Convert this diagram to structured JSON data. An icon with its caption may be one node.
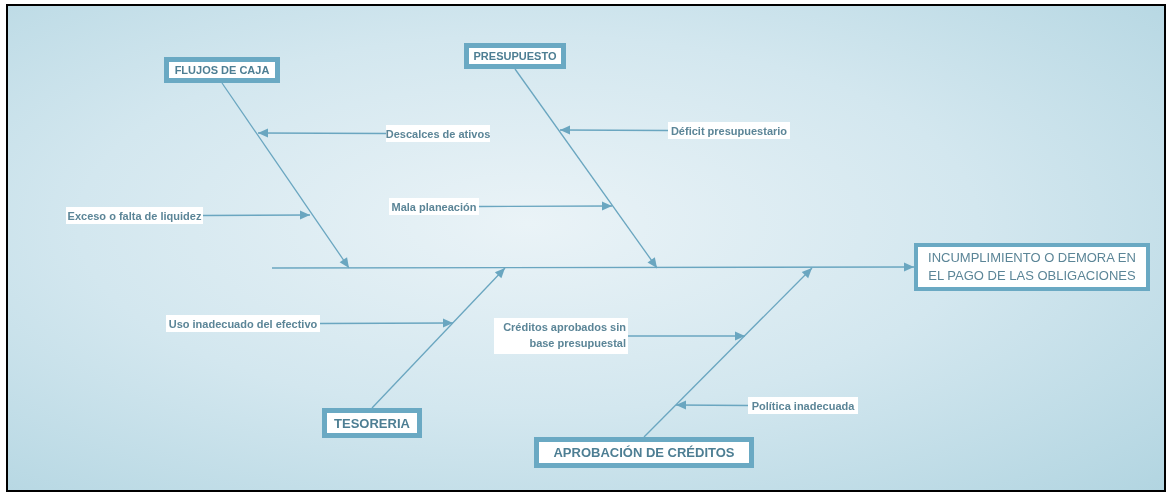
{
  "diagram": {
    "nodes": [
      {
        "text": [
          "PRESUPUESTO"
        ]
      },
      {
        "text": [
          "FLUJOS DE CAJA"
        ]
      },
      {
        "text": [
          "Déficit presupuestario"
        ]
      },
      {
        "text": [
          "Descalces de ativos"
        ]
      },
      {
        "text": [
          "Mala planeación"
        ]
      },
      {
        "text": [
          "Exceso o falta de liquidez"
        ]
      },
      {
        "text": [
          "INCUMPLIMIENTO O DEMORA EN EL PAGO DE LAS OBLIGACIONES"
        ]
      },
      {
        "text": [
          "Uso inadecuado del efectivo"
        ]
      },
      {
        "text": [
          "Créditos aprobados sin base presupuestal"
        ]
      },
      {
        "text": [
          "TESORERIA"
        ]
      },
      {
        "text": [
          "Política inadecuada"
        ]
      },
      {
        "text": [
          "APROBACIÓN DE CRÉDITOS"
        ]
      }
    ],
    "edges": [
      {
        "from": null,
        "to": 6,
        "arrow": "to"
      },
      {
        "from": 1,
        "to": null,
        "arrow": "to"
      },
      {
        "from": 0,
        "to": null,
        "arrow": "to"
      },
      {
        "from": 9,
        "to": null,
        "arrow": "to"
      },
      {
        "from": 11,
        "to": null,
        "arrow": "to"
      },
      {
        "from": 3,
        "to": null,
        "arrow": "to"
      },
      {
        "from": 5,
        "to": null,
        "arrow": "to"
      },
      {
        "from": 2,
        "to": null,
        "arrow": "to"
      },
      {
        "from": 4,
        "to": null,
        "arrow": "to"
      },
      {
        "from": 7,
        "to": null,
        "arrow": "to"
      },
      {
        "from": 8,
        "to": null,
        "arrow": "to"
      },
      {
        "from": 10,
        "to": null,
        "arrow": "to"
      }
    ]
  }
}
